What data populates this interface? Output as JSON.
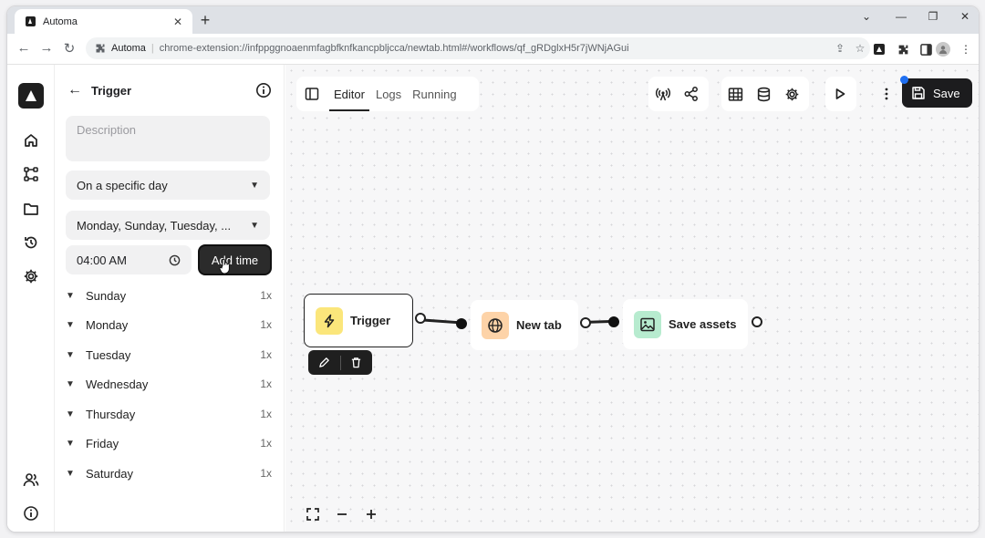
{
  "browser": {
    "tab_title": "Automa",
    "tab_close": "✕",
    "new_tab": "+",
    "url_origin": "Automa",
    "url_rest": "chrome-extension://infppggnoaenmfagbfknfkancpbljcca/newtab.html#/workflows/qf_gRDglxH5r7jWNjAGui"
  },
  "panel": {
    "title": "Trigger",
    "description_placeholder": "Description",
    "trigger_type": "On a specific day",
    "days_selected": "Monday, Sunday, Tuesday, ...",
    "time_value": "04:00 AM",
    "add_time_label": "Add time",
    "days": [
      {
        "name": "Sunday",
        "count": "1x"
      },
      {
        "name": "Monday",
        "count": "1x"
      },
      {
        "name": "Tuesday",
        "count": "1x"
      },
      {
        "name": "Wednesday",
        "count": "1x"
      },
      {
        "name": "Thursday",
        "count": "1x"
      },
      {
        "name": "Friday",
        "count": "1x"
      },
      {
        "name": "Saturday",
        "count": "1x"
      }
    ]
  },
  "editor": {
    "tabs": [
      "Editor",
      "Logs",
      "Running"
    ],
    "active_tab": "Editor",
    "save_label": "Save"
  },
  "nodes": [
    {
      "label": "Trigger",
      "icon": "lightning-icon",
      "color": "#fbe67b"
    },
    {
      "label": "New tab",
      "icon": "globe-icon",
      "color": "#fdd3a8"
    },
    {
      "label": "Save assets",
      "icon": "image-icon",
      "color": "#b7ebcf"
    }
  ],
  "colors": {
    "accent_dark": "#1c1c1e",
    "badge_blue": "#1f6ff2"
  }
}
